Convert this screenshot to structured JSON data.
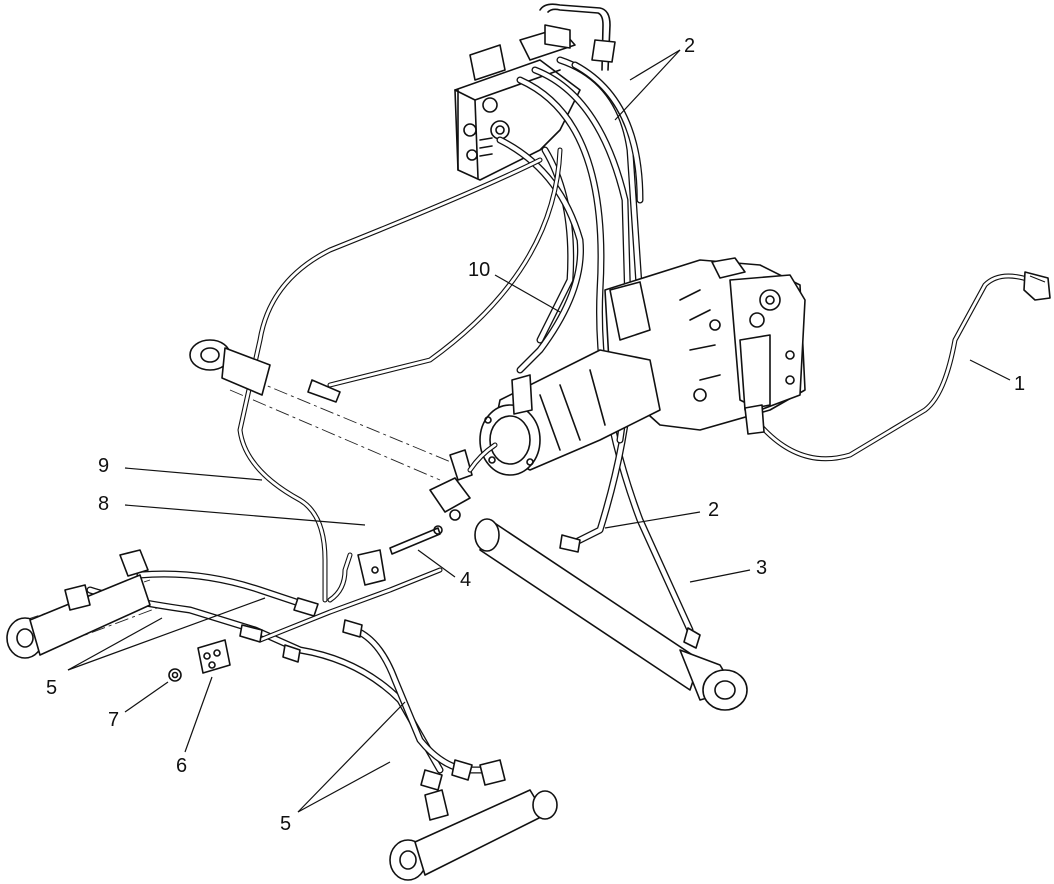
{
  "callouts": [
    {
      "id": "c2a",
      "text": "2"
    },
    {
      "id": "c10",
      "text": "10"
    },
    {
      "id": "c1",
      "text": "1"
    },
    {
      "id": "c9",
      "text": "9"
    },
    {
      "id": "c8",
      "text": "8"
    },
    {
      "id": "c2b",
      "text": "2"
    },
    {
      "id": "c3",
      "text": "3"
    },
    {
      "id": "c4",
      "text": "4"
    },
    {
      "id": "c5a",
      "text": "5"
    },
    {
      "id": "c7",
      "text": "7"
    },
    {
      "id": "c6",
      "text": "6"
    },
    {
      "id": "c5b",
      "text": "5"
    }
  ]
}
